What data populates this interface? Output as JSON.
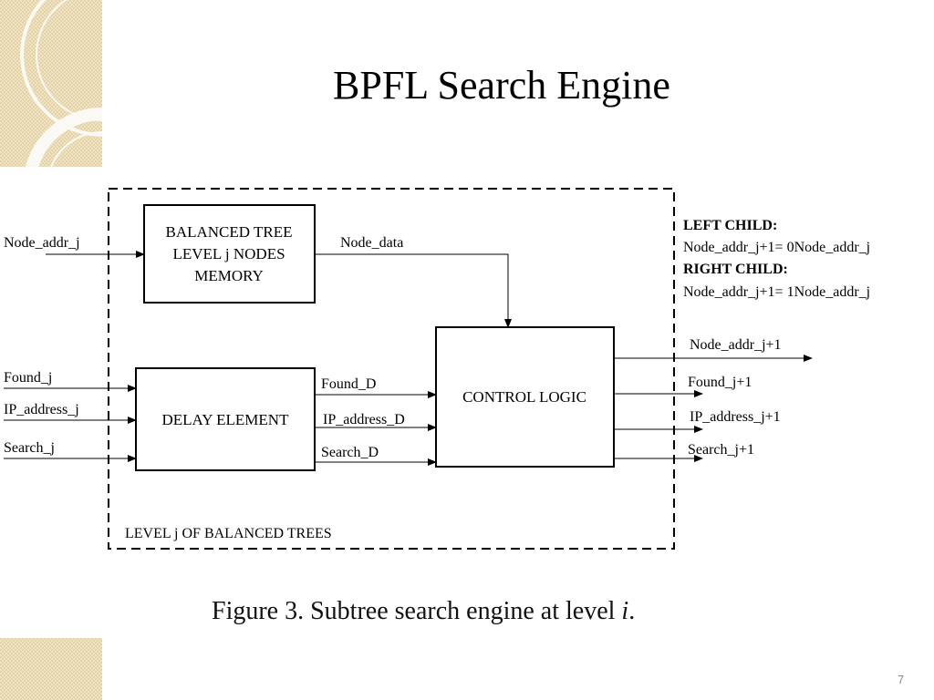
{
  "slide": {
    "title": "BPFL Search Engine",
    "number": "7"
  },
  "diagram": {
    "boundary_label": "LEVEL j OF BALANCED TREES",
    "memory_block": {
      "lines": [
        "BALANCED TREE",
        "LEVEL j NODES",
        "MEMORY"
      ]
    },
    "delay_block": {
      "label": "DELAY ELEMENT"
    },
    "control_block": {
      "label": "CONTROL LOGIC"
    },
    "inputs": {
      "node_addr": "Node_addr_j",
      "found": "Found_j",
      "ip_address": "IP_address_j",
      "search": "Search_j"
    },
    "internal": {
      "node_data": "Node_data",
      "found_d": "Found_D",
      "ip_address_d": "IP_address_D",
      "search_d": "Search_D"
    },
    "outputs": {
      "node_addr": "Node_addr_j+1",
      "found": "Found_j+1",
      "ip_address": "IP_address_j+1",
      "search": "Search_j+1"
    },
    "notes": {
      "left_child_title": "LEFT CHILD:",
      "left_child_formula": "Node_addr_j+1= 0Node_addr_j",
      "right_child_title": "RIGHT CHILD:",
      "right_child_formula": "Node_addr_j+1= 1Node_addr_j"
    }
  },
  "caption": {
    "prefix": "Figure 3.  Subtree search engine at level ",
    "variable": "i",
    "suffix": "."
  },
  "colors": {
    "decoration_fill": "#efe3c4",
    "decoration_line": "#ffffff",
    "ink": "#000000"
  }
}
